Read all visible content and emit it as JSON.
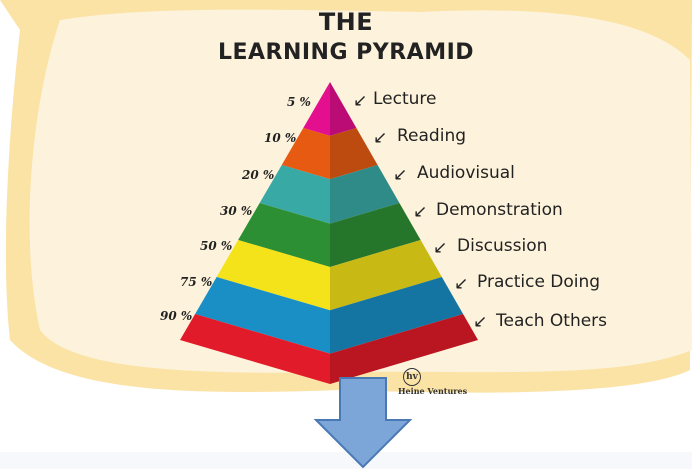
{
  "title": {
    "line1": "THE",
    "line2": "LEARNING PYRAMID"
  },
  "levels": [
    {
      "percent": "5 %",
      "label": "Lecture",
      "color": "#e30f8e"
    },
    {
      "percent": "10 %",
      "label": "Reading",
      "color": "#e65a12"
    },
    {
      "percent": "20 %",
      "label": "Audiovisual",
      "color": "#39a9a6"
    },
    {
      "percent": "30 %",
      "label": "Demonstration",
      "color": "#2d8f33"
    },
    {
      "percent": "50 %",
      "label": "Discussion",
      "color": "#f4e21a"
    },
    {
      "percent": "75 %",
      "label": "Practice Doing",
      "color": "#1a8fc6"
    },
    {
      "percent": "90 %",
      "label": "Teach Others",
      "color": "#e21b2a"
    }
  ],
  "brand": {
    "name": "Heine Ventures",
    "logo_text": "hv"
  },
  "colors": {
    "background_blob": "#fdf1d4",
    "background_edge": "#fbe1a3",
    "down_arrow": "#7da6d8",
    "down_arrow_stroke": "#4a78b5"
  }
}
